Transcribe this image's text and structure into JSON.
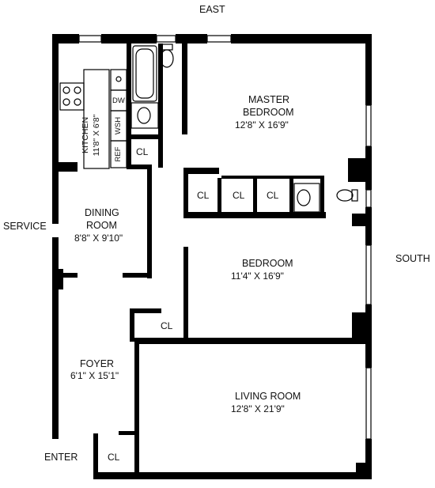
{
  "compass": {
    "north_edge": "EAST",
    "east_edge": "SOUTH",
    "west_edge": "SERVICE",
    "entrance": "ENTER"
  },
  "rooms": {
    "master_bedroom": {
      "name_line1": "MASTER",
      "name_line2": "BEDROOM",
      "size": "12'8\" X 16'9\""
    },
    "bedroom": {
      "name": "BEDROOM",
      "size": "11'4\" X 16'9\""
    },
    "dining_room": {
      "name_line1": "DINING",
      "name_line2": "ROOM",
      "size": "8'8\" X 9'10\""
    },
    "kitchen": {
      "name": "KITCHEN",
      "size": "11'8\" X 6'8\""
    },
    "foyer": {
      "name": "FOYER",
      "size": "6'1\" X 15'1\""
    },
    "living_room": {
      "name": "LIVING ROOM",
      "size": "12'8\" X 21'9\""
    }
  },
  "fixtures": {
    "dishwasher": "DW",
    "washer": "WSH",
    "refrigerator": "REF"
  },
  "closets": [
    {
      "label": "CL"
    },
    {
      "label": "CL"
    },
    {
      "label": "CL"
    },
    {
      "label": "CL"
    },
    {
      "label": "CL"
    },
    {
      "label": "CL"
    }
  ]
}
